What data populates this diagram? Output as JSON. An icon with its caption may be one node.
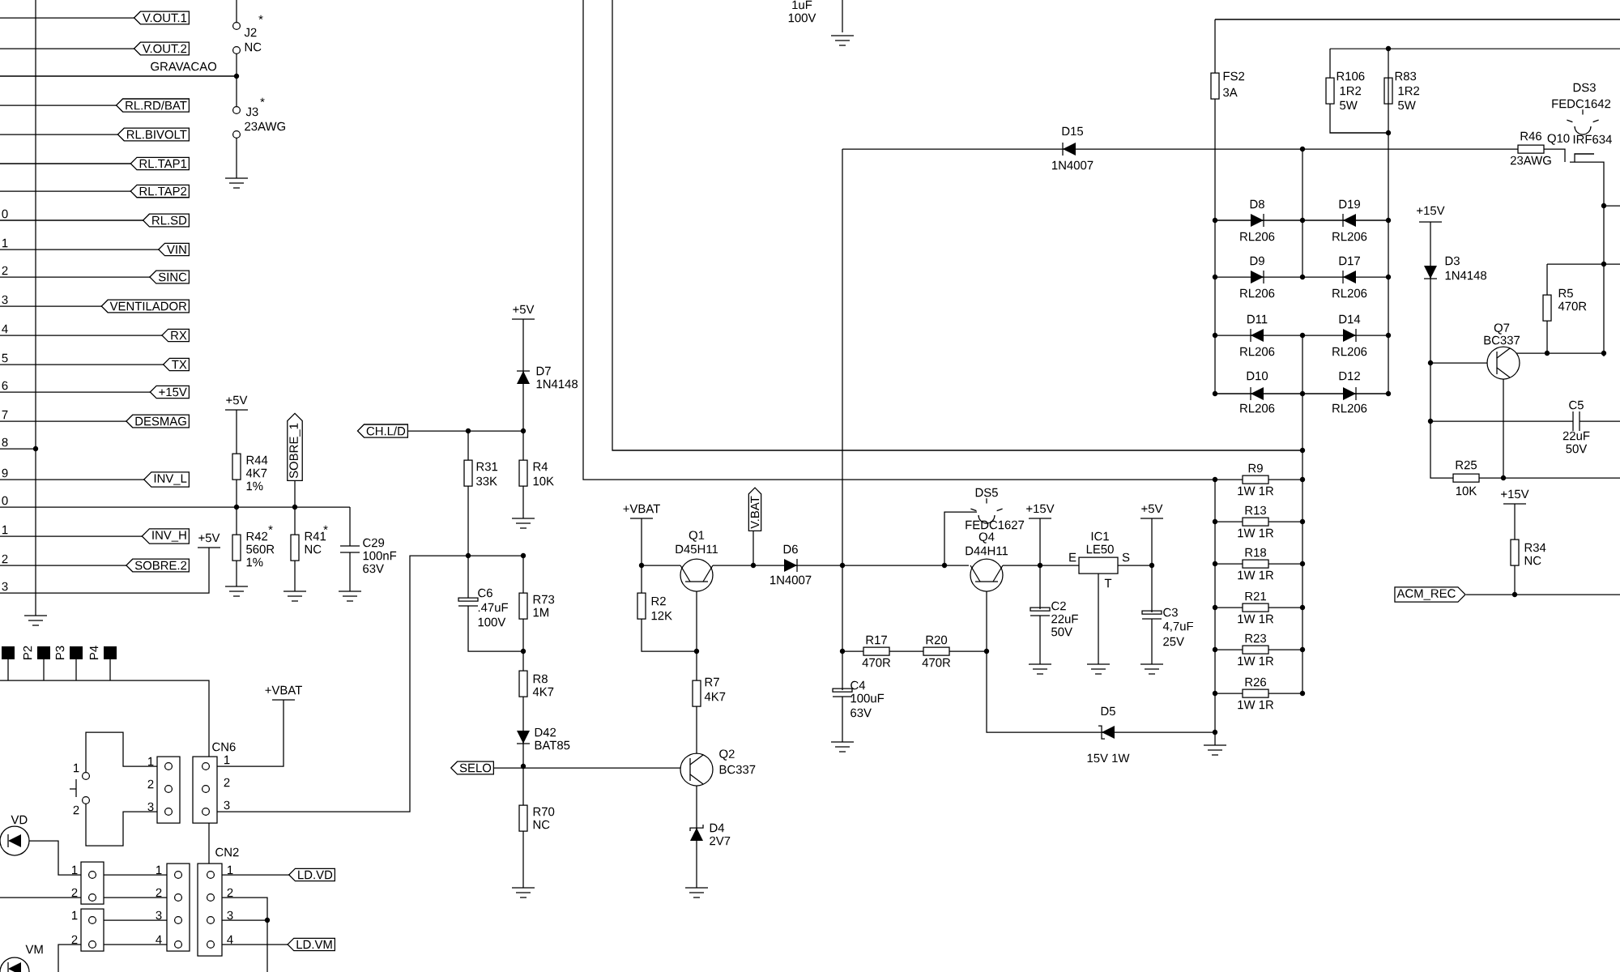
{
  "diagram": {
    "nodes": [
      {
        "text": [
          "V.OUT.1"
        ]
      },
      {
        "text": [
          "V.OUT.2"
        ]
      },
      {
        "text": [
          "RL.RD/BAT"
        ]
      },
      {
        "text": [
          "RL.BIVOLT"
        ]
      },
      {
        "text": [
          "RL.TAP1"
        ]
      },
      {
        "text": [
          "RL.TAP2"
        ]
      },
      {
        "text": [
          "RL.SD"
        ]
      },
      {
        "text": [
          "VIN"
        ]
      },
      {
        "text": [
          "SINC"
        ]
      },
      {
        "text": [
          "VENTILADOR"
        ]
      },
      {
        "text": [
          "RX"
        ]
      },
      {
        "text": [
          "TX"
        ]
      },
      {
        "text": [
          "+15V"
        ]
      },
      {
        "text": [
          "DESMAG"
        ]
      },
      {
        "text": [
          "CH.L/D"
        ]
      },
      {
        "text": [
          "SOBRE_1"
        ]
      },
      {
        "text": [
          "INV_L"
        ]
      },
      {
        "text": [
          "V.BAT"
        ]
      },
      {
        "text": [
          "INV_H"
        ]
      },
      {
        "text": [
          "SOBRE.2"
        ]
      },
      {
        "text": [
          "ACM_REC"
        ]
      },
      {
        "text": [
          "SELO"
        ]
      },
      {
        "text": [
          "LD.VD"
        ]
      },
      {
        "text": [
          "LD.VM"
        ]
      }
    ],
    "labels": [
      "1uF",
      "100V",
      "J2",
      "*",
      "NC",
      "GRAVACAO",
      "J3",
      "*",
      "23AWG",
      "FS2",
      "3A",
      "R106",
      "1R2",
      "5W",
      "R83",
      "1R2",
      "5W",
      "DS3",
      "FEDC1642",
      "D15",
      "1N4007",
      "R46",
      "23AWG",
      "Q10",
      "IRF634",
      "D8",
      "RL206",
      "D19",
      "RL206",
      "D9",
      "RL206",
      "D17",
      "RL206",
      "D11",
      "RL206",
      "D14",
      "RL206",
      "D10",
      "RL206",
      "D12",
      "RL206",
      "+15V",
      "D3",
      "1N4148",
      "R5",
      "470R",
      "Q7",
      "BC337",
      "C5",
      "22uF",
      "50V",
      "+5V",
      "+5V",
      "D7",
      "1N4148",
      "R44",
      "4K7",
      "1%",
      "R31",
      "33K",
      "R4",
      "10K",
      "R25",
      "10K",
      "R9",
      "1W 1R",
      "+15V",
      "+VBAT",
      "Q1",
      "D45H11",
      "D6",
      "1N4007",
      "DS5",
      "FEDC1627",
      "Q4",
      "D44H11",
      "+15V",
      "IC1",
      "LE50",
      "+5V",
      "R13",
      "1W 1R",
      "R42",
      "*",
      "560R",
      "1%",
      "R41",
      "*",
      "NC",
      "C29",
      "100nF",
      "63V",
      "+5V",
      "R34",
      "NC",
      "E",
      "S",
      "T",
      "R18",
      "1W 1R",
      "C6",
      ".47uF",
      "100V",
      "R73",
      "1M",
      "R2",
      "12K",
      "C2",
      "22uF",
      "50V",
      "C3",
      "4,7uF",
      "25V",
      "R21",
      "1W 1R",
      "R17",
      "470R",
      "R20",
      "470R",
      "R23",
      "1W 1R",
      "P2",
      "P3",
      "P4",
      "R8",
      "4K7",
      "R7",
      "4K7",
      "C4",
      "100uF",
      "63V",
      "R26",
      "1W 1R",
      "+VBAT",
      "D5",
      "D42",
      "BAT85",
      "CN6",
      "15V 1W",
      "Q2",
      "BC337",
      "1",
      "2",
      "1",
      "2",
      "3",
      "1",
      "2",
      "3",
      "R70",
      "NC",
      "VD",
      "D4",
      "2V7",
      "CN2",
      "1",
      "2",
      "1",
      "2",
      "1",
      "2",
      "3",
      "4",
      "1",
      "2",
      "3",
      "4",
      "VM",
      "0",
      "1",
      "2",
      "3",
      "4",
      "5",
      "6",
      "7",
      "8",
      "9",
      "0",
      "1",
      "2",
      "3"
    ]
  }
}
